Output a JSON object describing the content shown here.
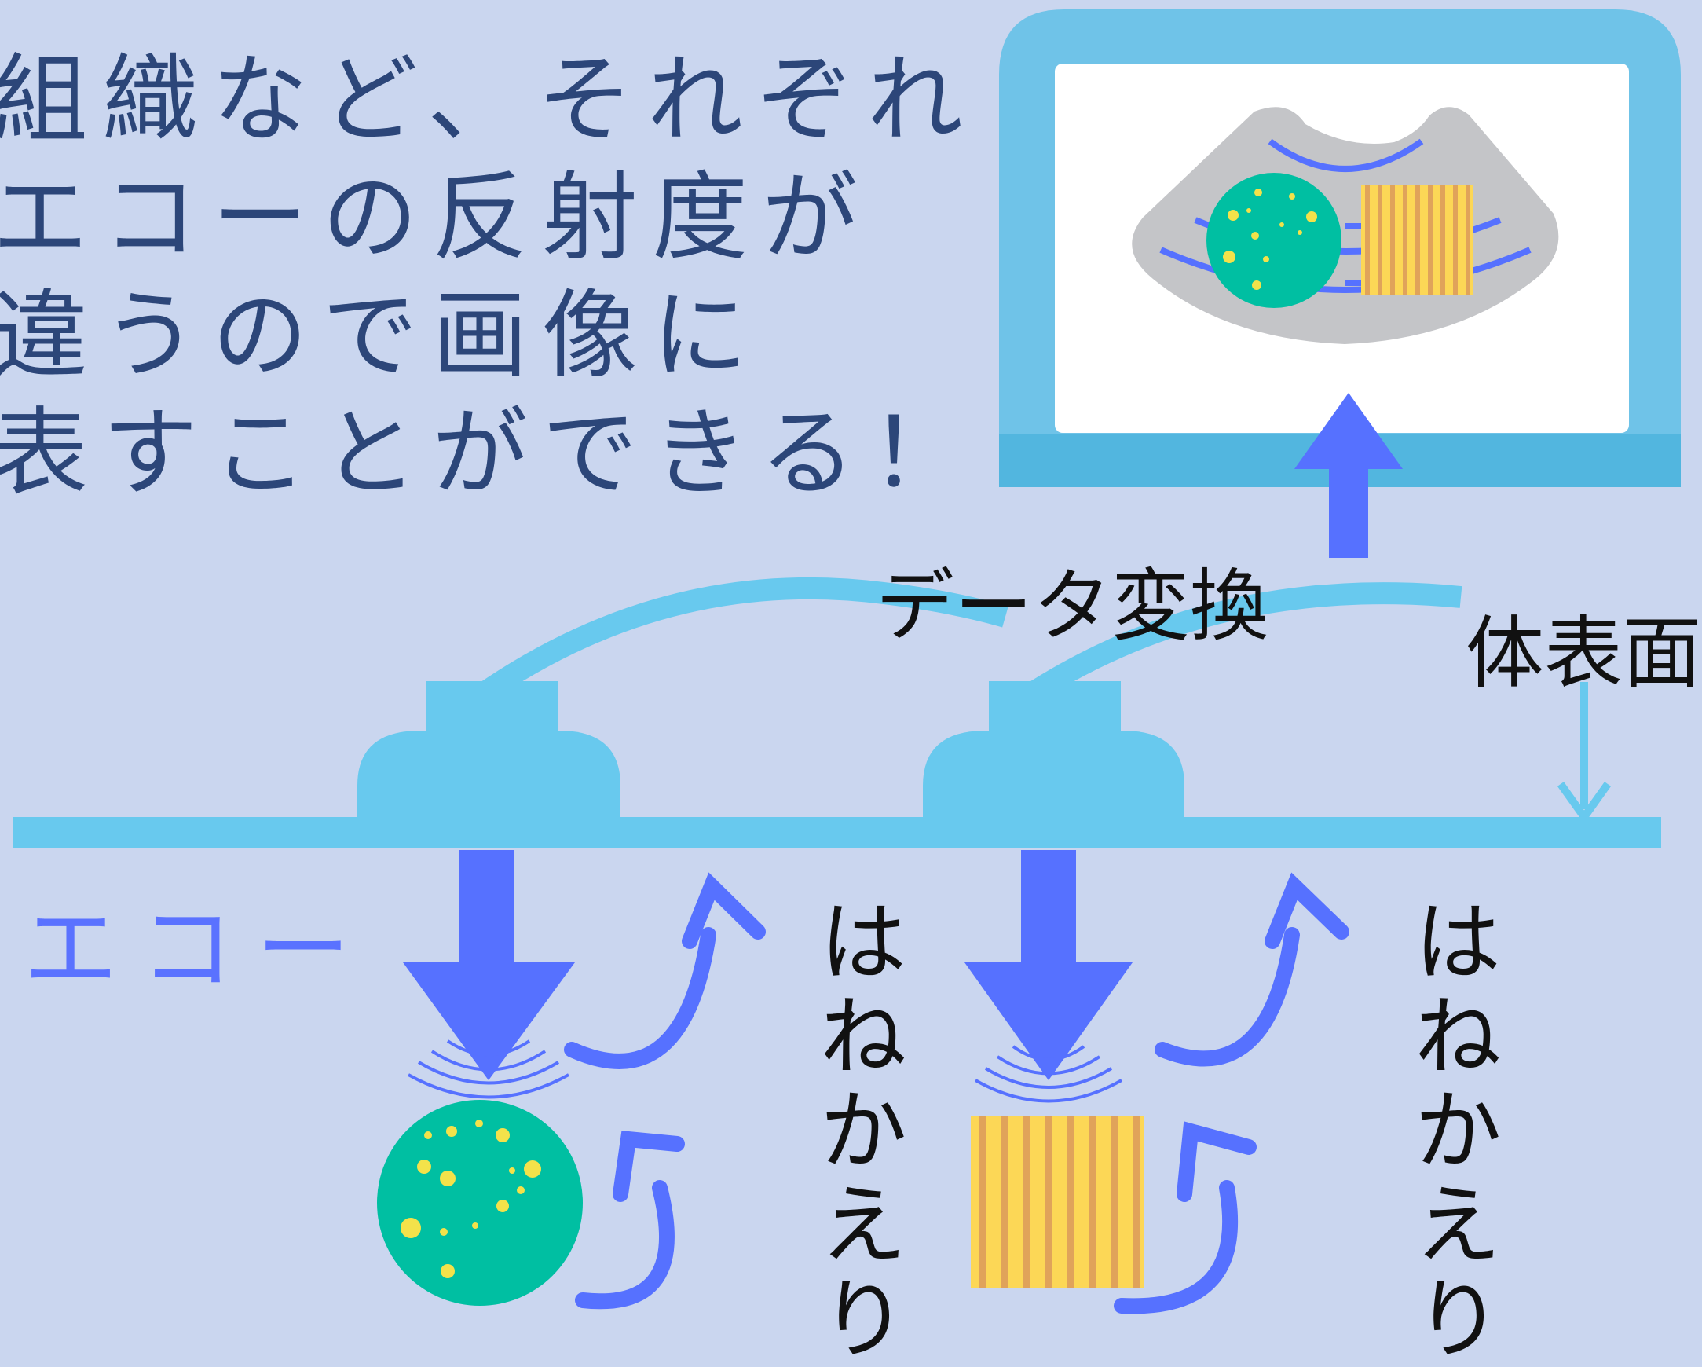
{
  "headline": [
    "組織など、それぞれ",
    "エコーの反射度が",
    "違うので画像に",
    "表すことができる！"
  ],
  "labels": {
    "data_conversion": "データ変換",
    "body_surface": "体表面",
    "echo": "エコー",
    "rebound_1": "はねかえり",
    "rebound_2": "はねかえり"
  },
  "colors": {
    "background": "#cad6ef",
    "headline_text": "#2c4679",
    "probe_blue": "#68c9ee",
    "arrow_blue": "#5671ff",
    "monitor_frame": "#6fc3e8",
    "tissue_green": "#00bfa2",
    "tissue_dots": "#f3e24a",
    "tissue_yellow": "#fcd756",
    "tissue_stripe": "#e0a35a",
    "scan_gray": "#c4c5c8"
  },
  "icons": {
    "monitor": "monitor-icon",
    "probe": "ultrasound-probe-icon",
    "round_tissue": "round-tissue-icon",
    "striped_tissue": "striped-tissue-icon"
  }
}
